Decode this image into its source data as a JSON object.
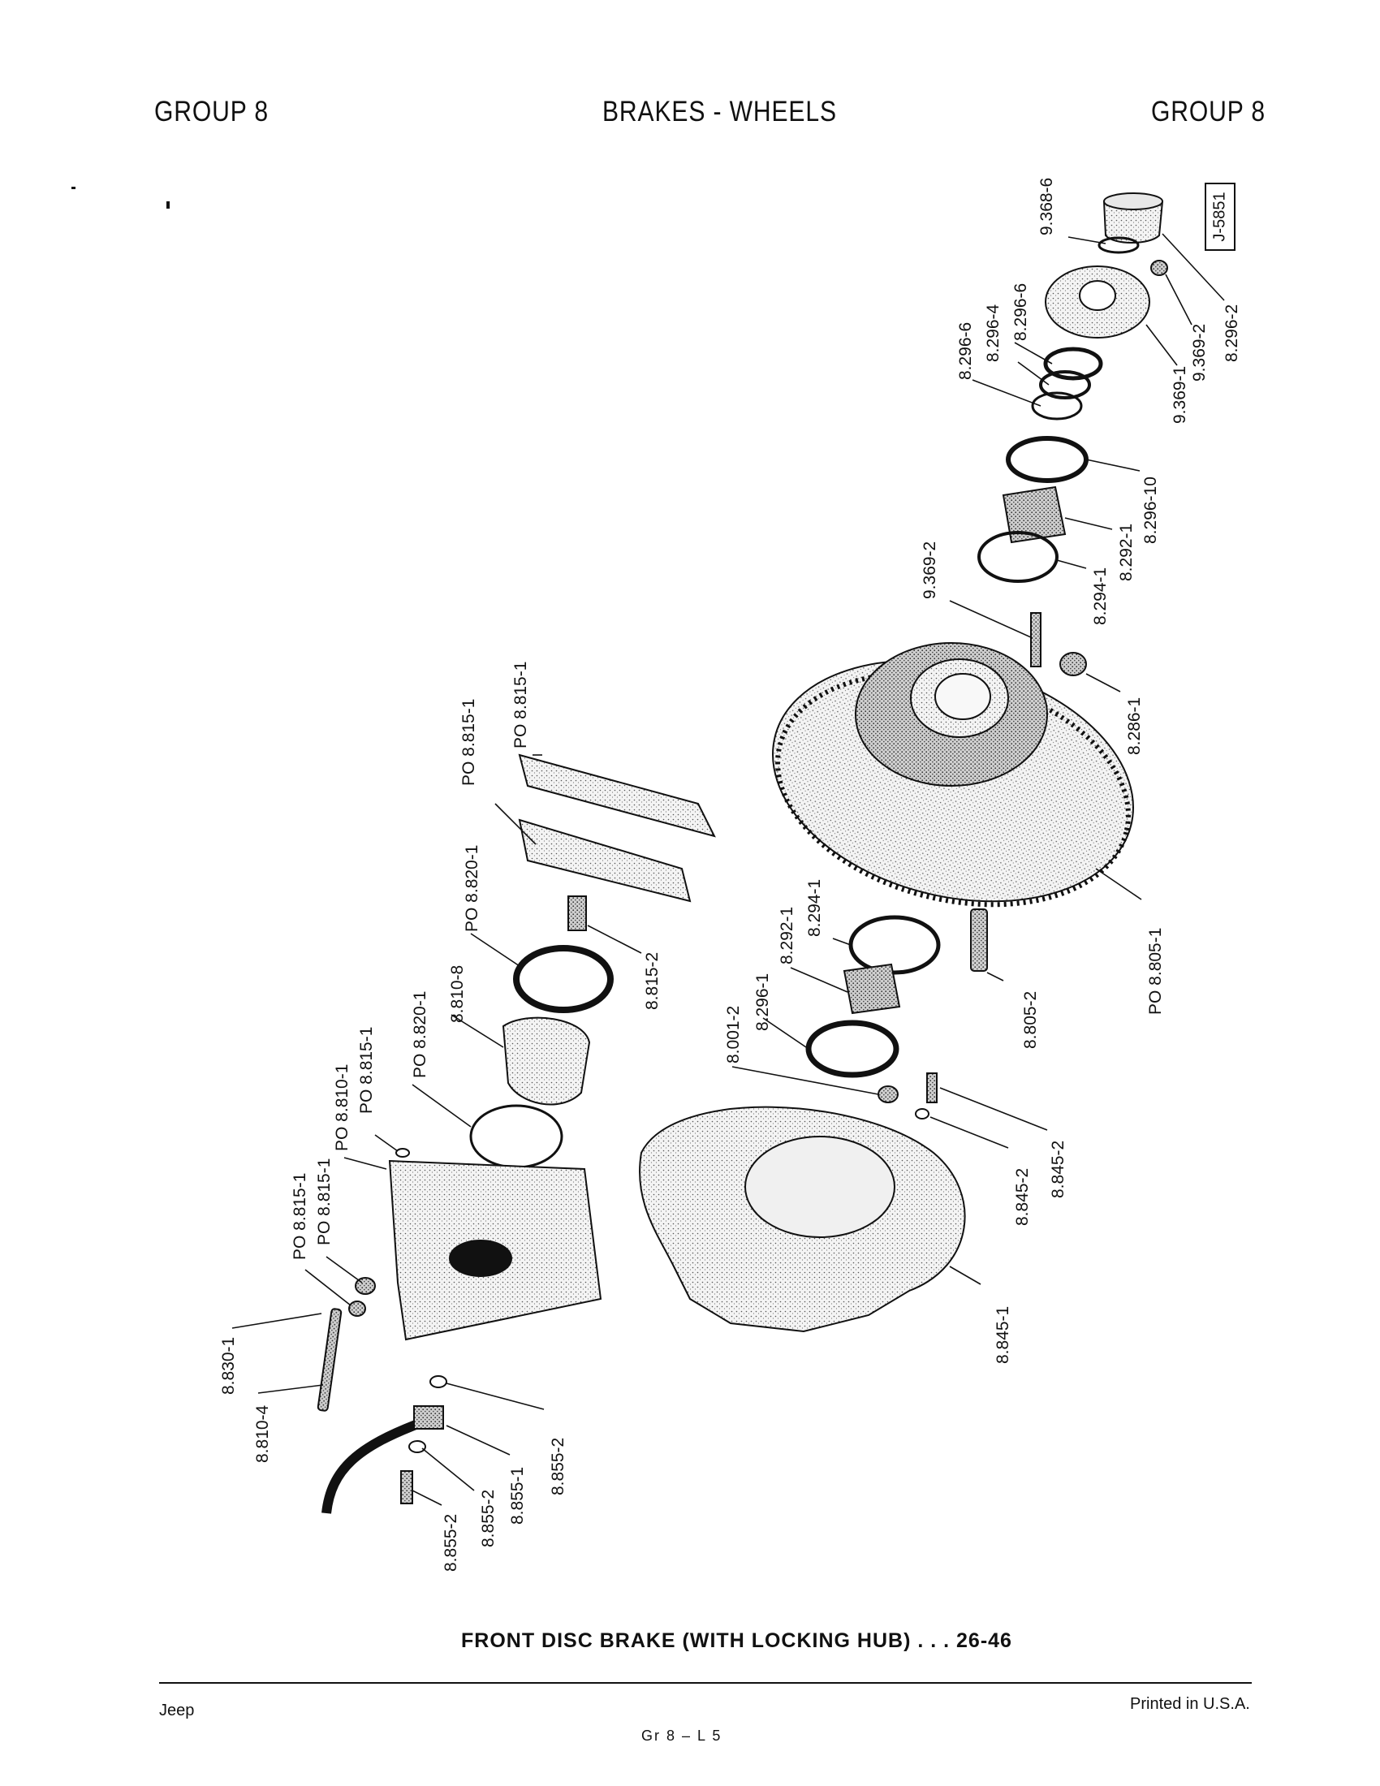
{
  "header": {
    "left": "GROUP 8",
    "center": "BRAKES - WHEELS",
    "right": "GROUP 8"
  },
  "figure_id": "J-5851",
  "callouts": {
    "c01": "9.368-6",
    "c02": "8.296-2",
    "c03": "9.369-2",
    "c04": "9.369-1",
    "c05": "8.296-6",
    "c06": "8.296-4",
    "c07": "8.296-6",
    "c08": "8.296-10",
    "c09": "8.292-1",
    "c10": "8.294-1",
    "c11": "9.369-2",
    "c12": "8.286-1",
    "c13": "PO 8.805-1",
    "c14": "8.805-2",
    "c15": "8.294-1",
    "c16": "8.292-1",
    "c17": "8.296-1",
    "c18": "8.001-2",
    "c19": "8.845-2",
    "c20": "8.845-2",
    "c21": "8.845-1",
    "c22": "PO 8.815-1",
    "c23": "PO 8.815-1",
    "c24": "PO 8.820-1",
    "c25": "8.815-2",
    "c26": "8.810-8",
    "c27": "PO 8.820-1",
    "c28": "PO 8.815-1",
    "c29": "PO 8.810-1",
    "c30": "PO 8.815-1",
    "c31": "PO 8.815-1",
    "c32": "8.830-1",
    "c33": "8.810-4",
    "c34": "8.855-2",
    "c35": "8.855-1",
    "c36": "8.855-2",
    "c37": "8.855-2"
  },
  "caption": "FRONT DISC BRAKE (WITH LOCKING HUB) . . . 26-46",
  "footer": {
    "left": "Jeep",
    "right": "Printed in U.S.A.",
    "center": "Gr 8 – L 5"
  }
}
